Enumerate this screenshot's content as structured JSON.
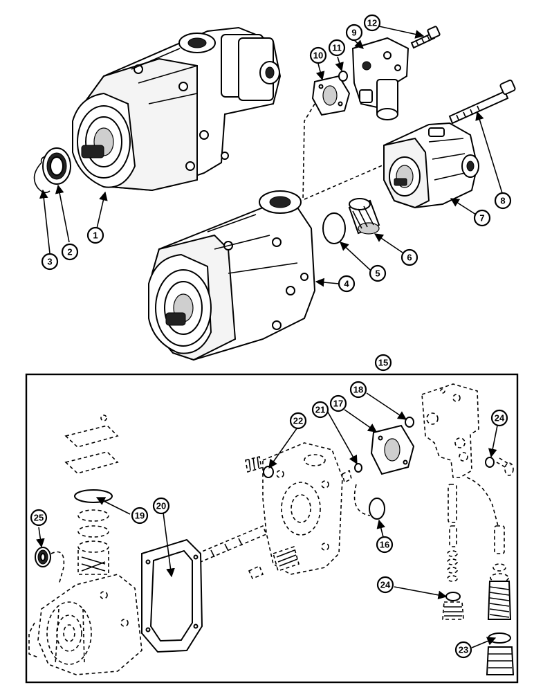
{
  "diagram": {
    "callouts": [
      "1",
      "2",
      "3",
      "4",
      "5",
      "6",
      "7",
      "8",
      "9",
      "10",
      "11",
      "12",
      "15",
      "16",
      "17",
      "18",
      "19",
      "20",
      "21",
      "22",
      "23",
      "24",
      "24",
      "25"
    ]
  }
}
